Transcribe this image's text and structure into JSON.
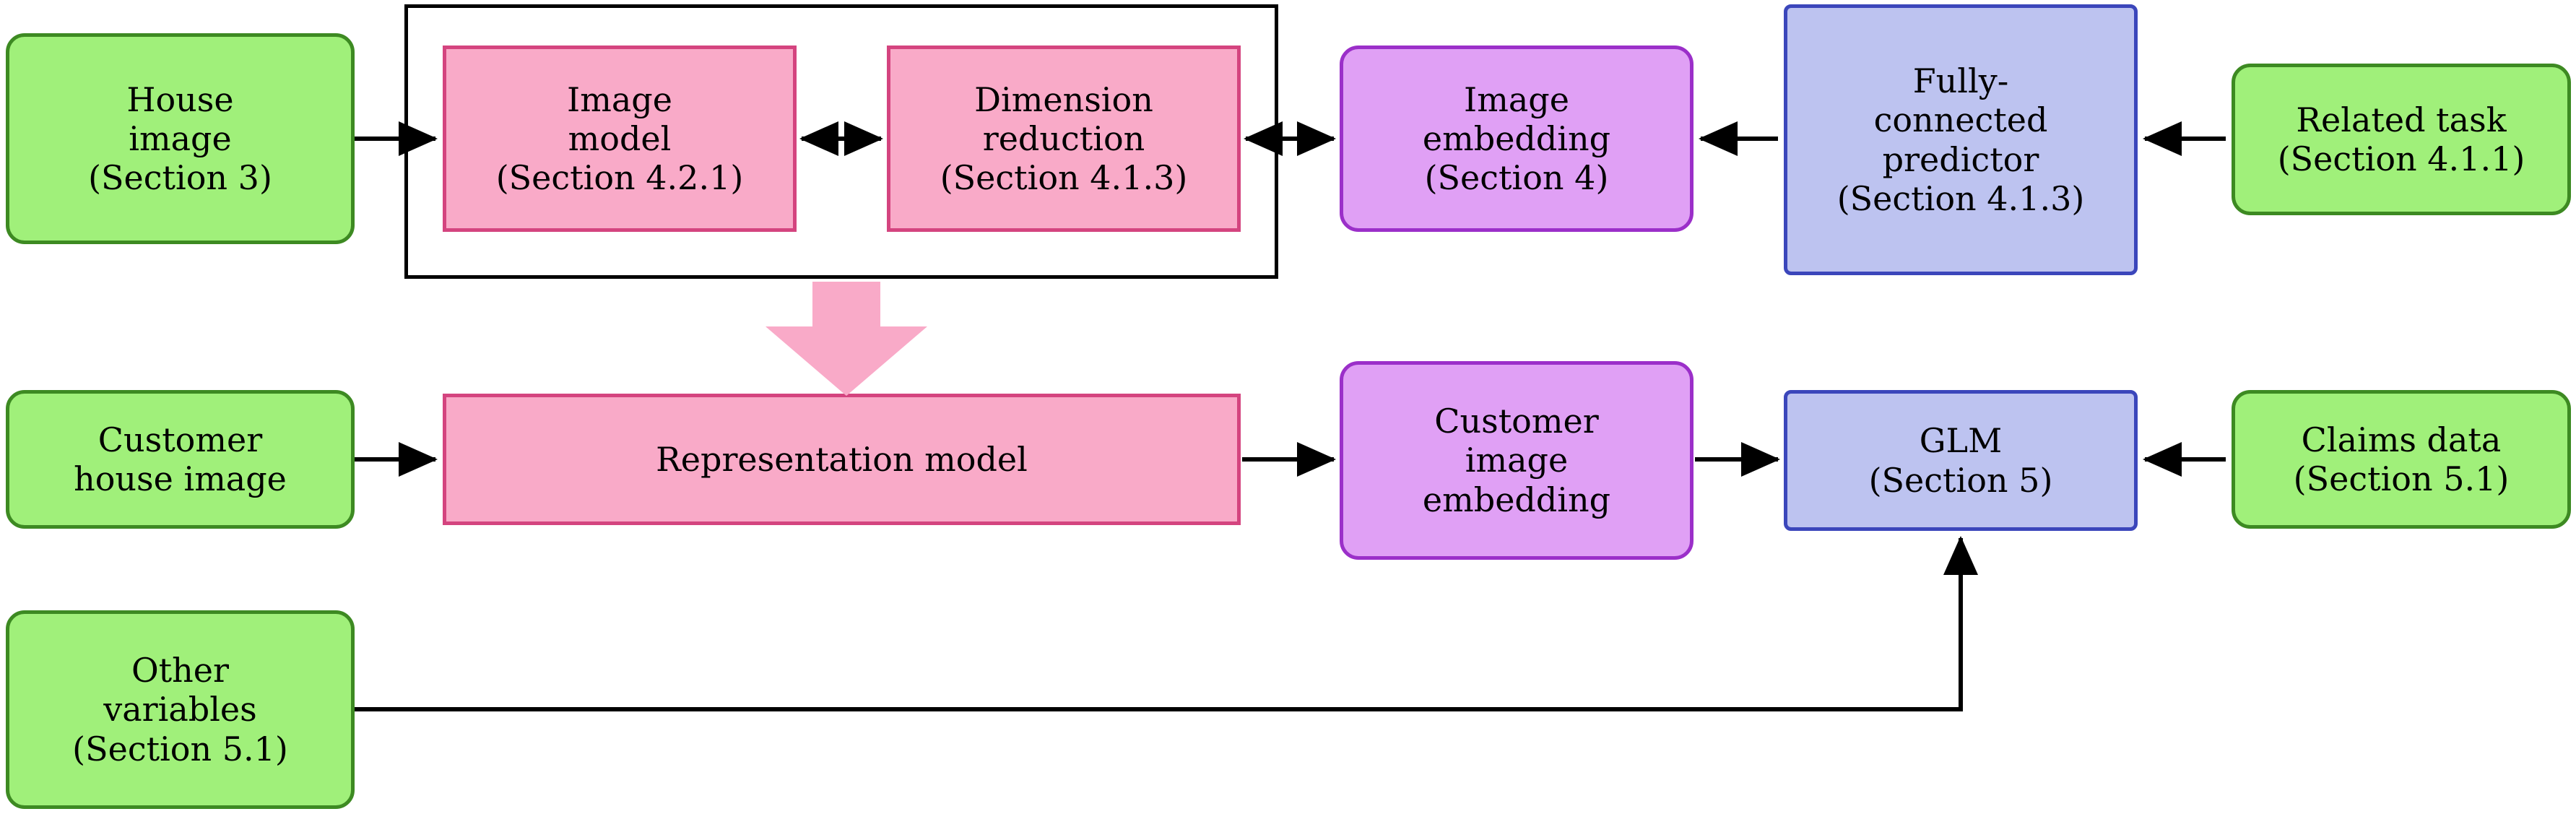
{
  "diagram": {
    "title": "Model pipeline flow diagram",
    "colors": {
      "green_fill": "#a0f07a",
      "green_stroke": "#3d8a22",
      "pink_fill": "#f9aac8",
      "pink_stroke": "#d4447f",
      "purple_fill": "#e0a0f5",
      "purple_stroke": "#9b2fc9",
      "blue_fill": "#bdc3f0",
      "blue_stroke": "#3b46bb",
      "arrow": "#000000",
      "thick_arrow": "#f9aac8"
    },
    "nodes": [
      {
        "id": "house-image",
        "label": "House\nimage\n(Section 3)",
        "style": "green"
      },
      {
        "id": "image-model",
        "label": "Image\nmodel\n(Section 4.2.1)",
        "style": "pink"
      },
      {
        "id": "dimension-reduction",
        "label": "Dimension\nreduction\n(Section 4.1.3)",
        "style": "pink"
      },
      {
        "id": "image-embedding",
        "label": "Image\nembedding\n(Section 4)",
        "style": "purple"
      },
      {
        "id": "fully-connected-predictor",
        "label": "Fully-\nconnected\npredictor\n(Section 4.1.3)",
        "style": "blue"
      },
      {
        "id": "related-task",
        "label": "Related task\n(Section 4.1.1)",
        "style": "green"
      },
      {
        "id": "customer-house-image",
        "label": "Customer\nhouse image",
        "style": "green"
      },
      {
        "id": "representation-model",
        "label": "Representation model",
        "style": "pink"
      },
      {
        "id": "customer-image-embedding",
        "label": "Customer\nimage\nembedding",
        "style": "purple"
      },
      {
        "id": "glm",
        "label": "GLM\n(Section 5)",
        "style": "blue"
      },
      {
        "id": "claims-data",
        "label": "Claims data\n(Section 5.1)",
        "style": "green"
      },
      {
        "id": "other-variables",
        "label": "Other\nvariables\n(Section 5.1)",
        "style": "green"
      }
    ],
    "edges": [
      {
        "from": "house-image",
        "to": "image-model",
        "direction": "right"
      },
      {
        "from": "image-model",
        "to": "dimension-reduction",
        "direction": "both"
      },
      {
        "from": "dimension-reduction",
        "to": "image-embedding",
        "direction": "both"
      },
      {
        "from": "image-embedding",
        "to": "fully-connected-predictor",
        "direction": "left"
      },
      {
        "from": "fully-connected-predictor",
        "to": "related-task",
        "direction": "left"
      },
      {
        "from": "image-model-group",
        "to": "representation-model",
        "direction": "down-thick"
      },
      {
        "from": "customer-house-image",
        "to": "representation-model",
        "direction": "right"
      },
      {
        "from": "representation-model",
        "to": "customer-image-embedding",
        "direction": "right"
      },
      {
        "from": "customer-image-embedding",
        "to": "glm",
        "direction": "right"
      },
      {
        "from": "claims-data",
        "to": "glm",
        "direction": "left"
      },
      {
        "from": "other-variables",
        "to": "glm",
        "direction": "up"
      }
    ]
  }
}
